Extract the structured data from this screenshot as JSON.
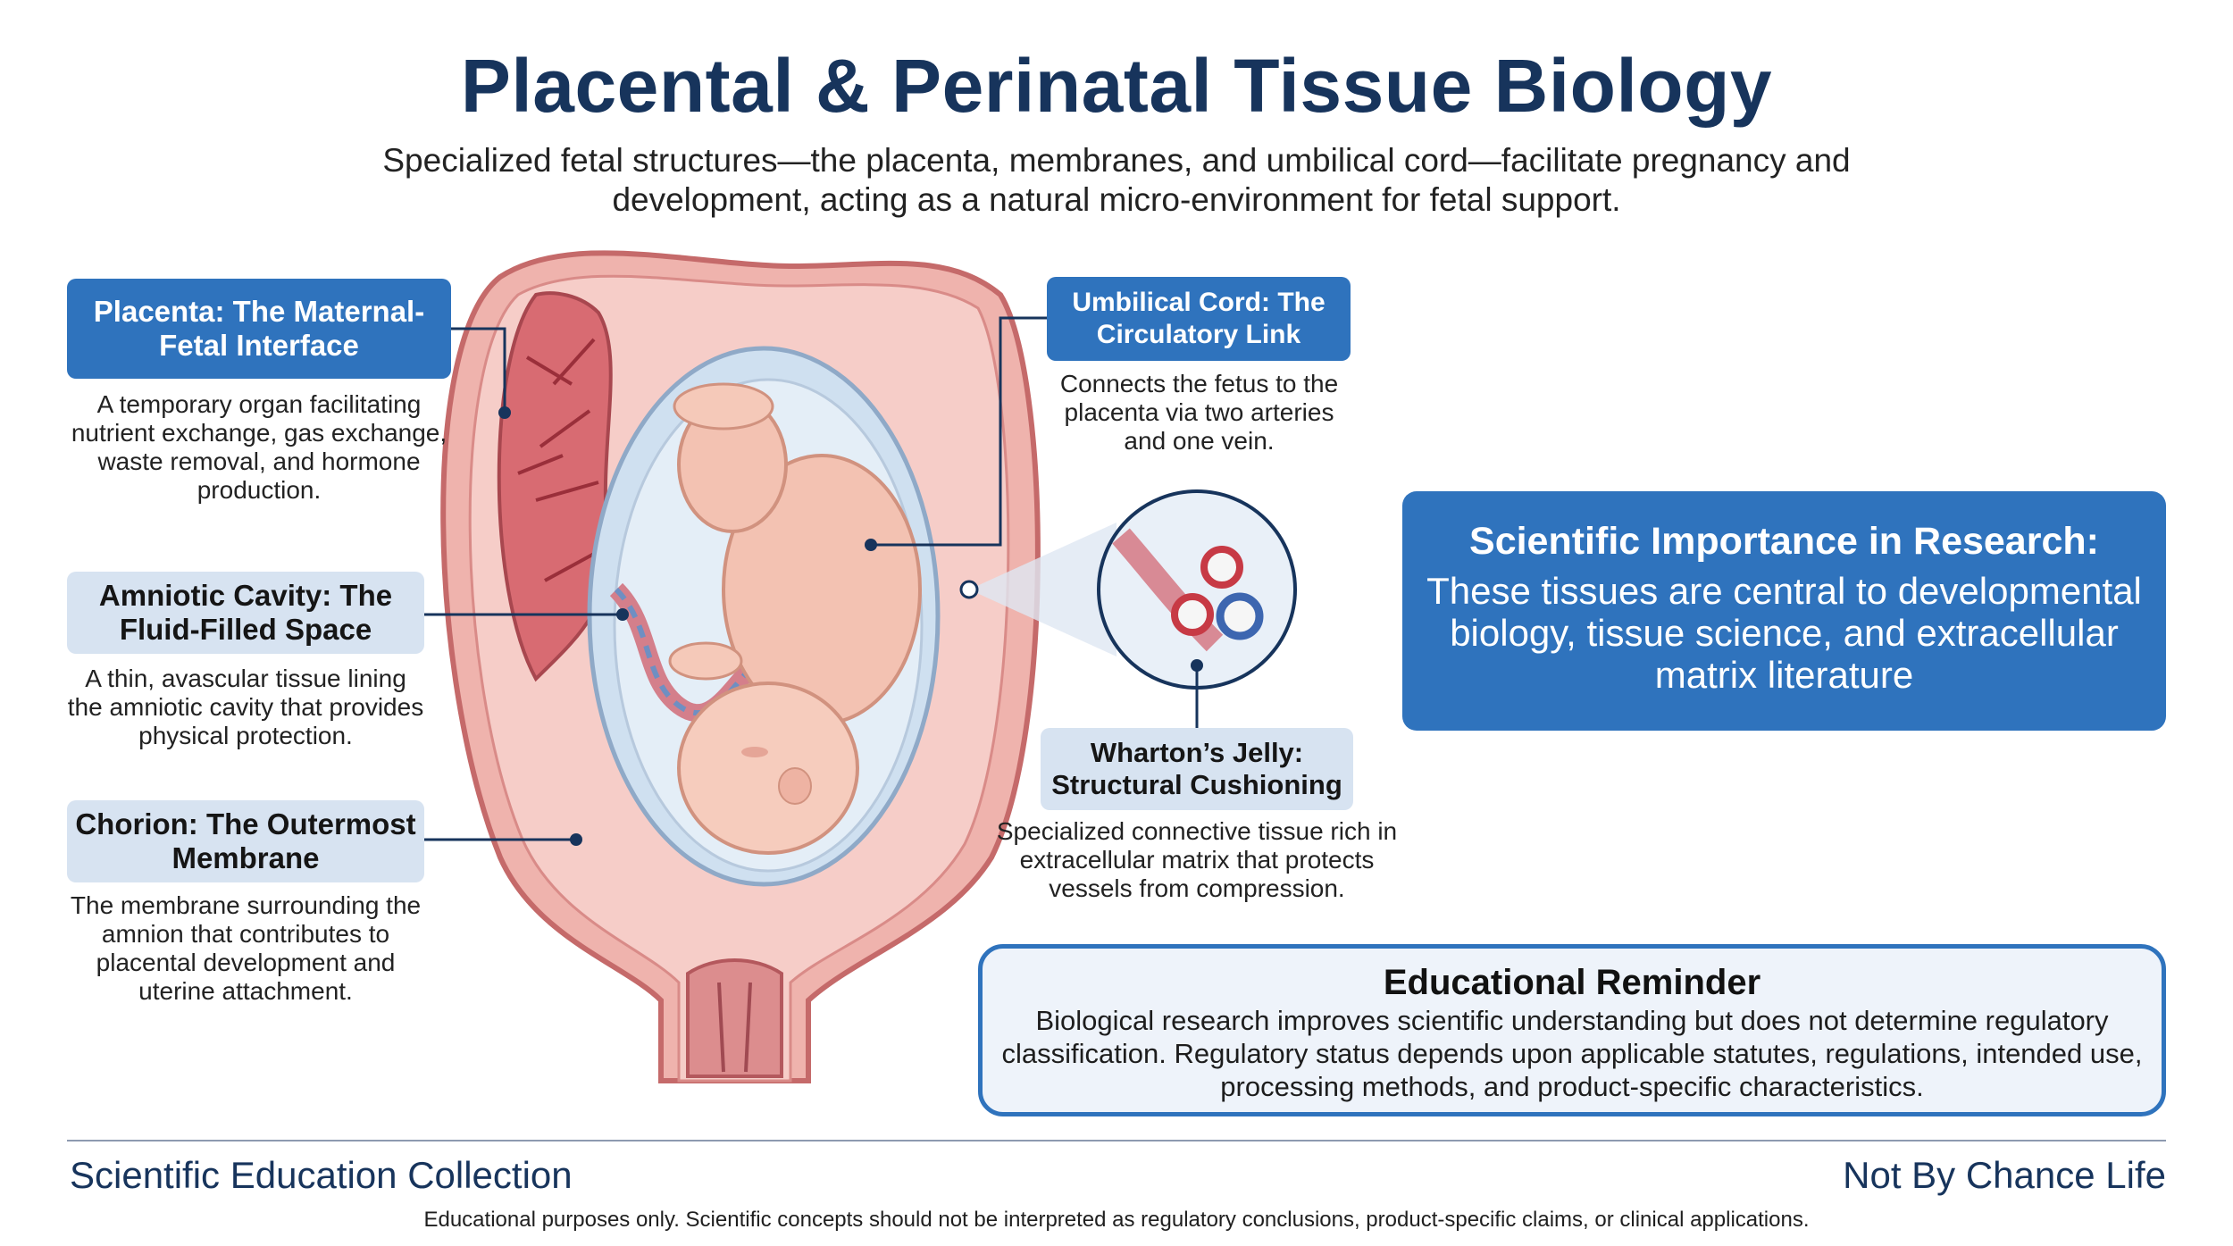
{
  "header": {
    "title": "Placental & Perinatal Tissue Biology",
    "subtitle": "Specialized fetal structures—the placenta, membranes, and umbilical cord—facilitate pregnancy and development, acting as a natural micro-environment for fetal support."
  },
  "labels": {
    "placenta": {
      "title": "Placenta: The Maternal-Fetal Interface",
      "text": "A temporary organ facilitating nutrient exchange, gas exchange, waste removal, and hormone production."
    },
    "amniotic": {
      "title": "Amniotic Cavity: The Fluid-Filled Space",
      "text": "A thin, avascular tissue lining the amniotic cavity that provides physical protection."
    },
    "chorion": {
      "title": "Chorion: The Outermost Membrane",
      "text": "The membrane surrounding the amnion that contributes to placental development and uterine attachment."
    },
    "umbilical": {
      "title": "Umbilical Cord: The Circulatory Link",
      "text": "Connects the fetus to the placenta via two arteries and one vein."
    },
    "wharton": {
      "title": "Wharton’s Jelly: Structural Cushioning",
      "text": "Specialized connective tissue rich in extracellular matrix that protects vessels from compression."
    }
  },
  "importance": {
    "title": "Scientific Importance in Research:",
    "text": "These tissues are central to developmental biology, tissue science, and extracellular matrix literature"
  },
  "reminder": {
    "title": "Educational Reminder",
    "text": "Biological research improves scientific understanding but does not determine regulatory classification. Regulatory status depends upon applicable statutes, regulations, intended use, processing methods, and product-specific characteristics."
  },
  "footer": {
    "left": "Scientific Education Collection",
    "right": "Not By Chance Life",
    "disclaimer": "Educational purposes only. Scientific concepts should not be interpreted as regulatory conclusions, product-specific claims, or clinical applications."
  },
  "colors": {
    "accent_blue": "#2f73bd",
    "light_blue": "#d7e3f1",
    "title_navy": "#17345c",
    "tissue_pink": "#e9a3a0"
  }
}
